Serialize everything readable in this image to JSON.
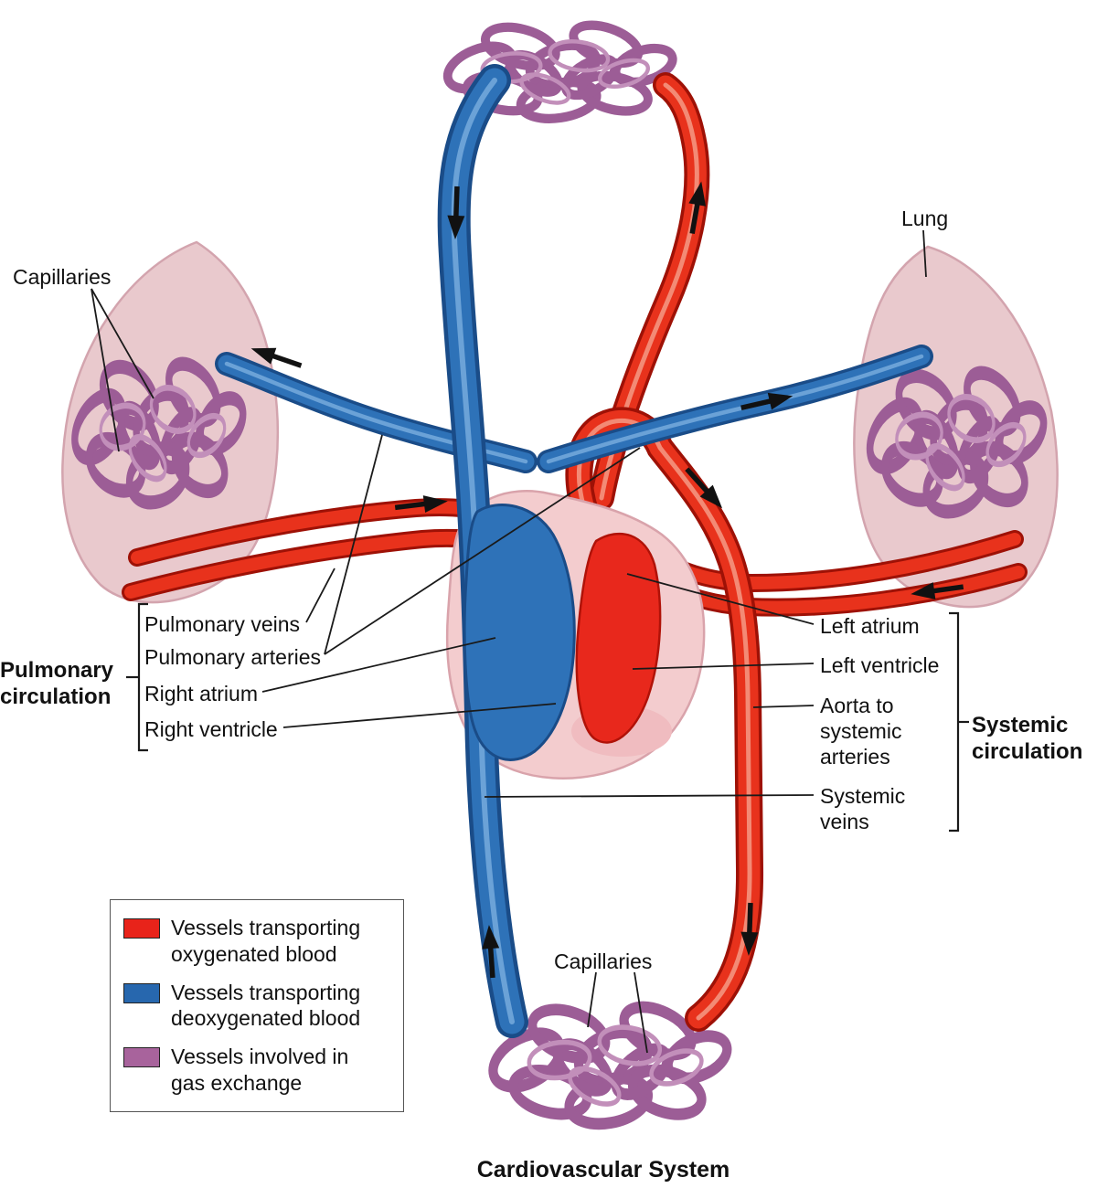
{
  "title": "Cardiovascular System",
  "colors": {
    "oxygenated": "#e8231a",
    "deoxygenated": "#2767ae",
    "gas_exchange": "#a8639c"
  },
  "labels": {
    "capillaries_top": "Capillaries",
    "lung": "Lung",
    "pulmonary_veins": "Pulmonary veins",
    "pulmonary_arteries": "Pulmonary arteries",
    "right_atrium": "Right atrium",
    "right_ventricle": "Right ventricle",
    "pulmonary_circulation": "Pulmonary circulation",
    "left_atrium": "Left atrium",
    "left_ventricle": "Left ventricle",
    "aorta": "Aorta to systemic arteries",
    "systemic_veins": "Systemic veins",
    "systemic_circulation": "Systemic circulation",
    "capillaries_bottom": "Capillaries"
  },
  "legend": {
    "items": [
      {
        "label": "Vessels transporting oxygenated blood",
        "color": "#e8231a"
      },
      {
        "label": "Vessels transporting deoxygenated blood",
        "color": "#2767ae"
      },
      {
        "label": "Vessels involved in gas exchange",
        "color": "#a8639c"
      }
    ]
  }
}
